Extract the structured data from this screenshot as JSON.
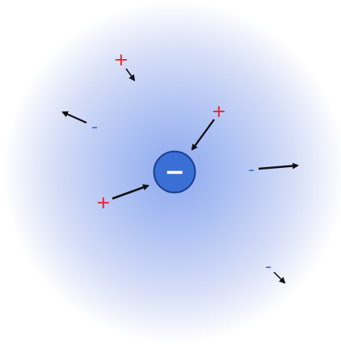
{
  "diagram": {
    "nodes": [
      {
        "text": [
          "−"
        ]
      }
    ],
    "labels": [
      "+",
      "-",
      "+",
      "-",
      "+",
      "-"
    ]
  }
}
